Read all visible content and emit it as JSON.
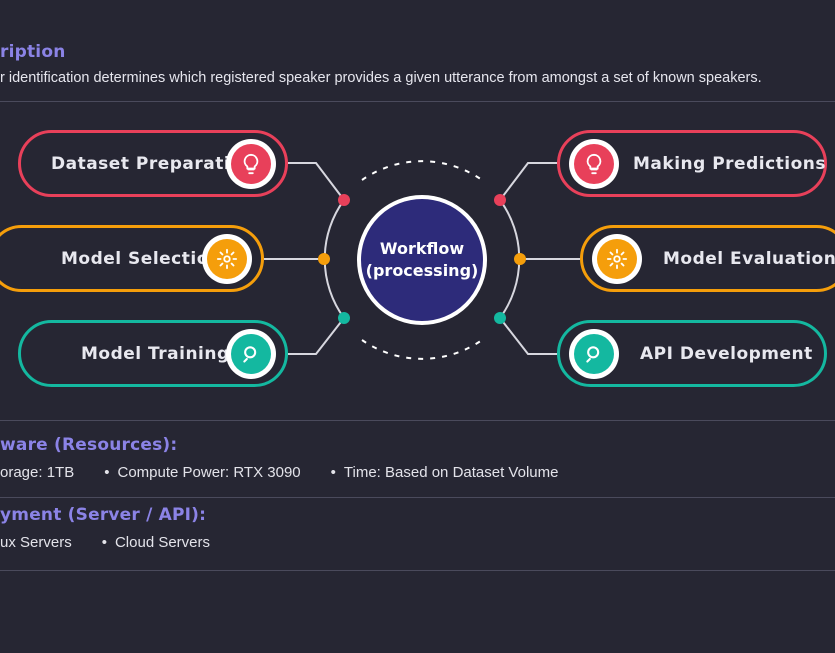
{
  "description": {
    "title": "ription",
    "text": "r identification determines which registered speaker provides a given utterance from amongst a set of known speakers."
  },
  "hub": {
    "line1": "Workflow",
    "line2": "(processing)"
  },
  "steps_left": [
    {
      "label": "Dataset Preparation",
      "icon": "lightbulb-icon"
    },
    {
      "label": "Model Selection",
      "icon": "gear-icon"
    },
    {
      "label": "Model Training",
      "icon": "search-icon"
    }
  ],
  "steps_right": [
    {
      "label": "Making Predictions",
      "icon": "lightbulb-icon"
    },
    {
      "label": "Model Evaluation",
      "icon": "gear-icon"
    },
    {
      "label": "API Development",
      "icon": "search-icon"
    }
  ],
  "hardware": {
    "title": "ware (Resources):",
    "items": [
      "orage: 1TB",
      "Compute Power: RTX 3090",
      "Time: Based on Dataset Volume"
    ]
  },
  "deployment": {
    "title": "yment (Server / API):",
    "items": [
      "ux Servers",
      "Cloud Servers"
    ]
  },
  "colors": {
    "red": "#e8405a",
    "orange": "#f59e0b",
    "teal": "#14b8a0",
    "hub": "#2d2b7a",
    "accent": "#8b83e6",
    "background": "#262633"
  }
}
